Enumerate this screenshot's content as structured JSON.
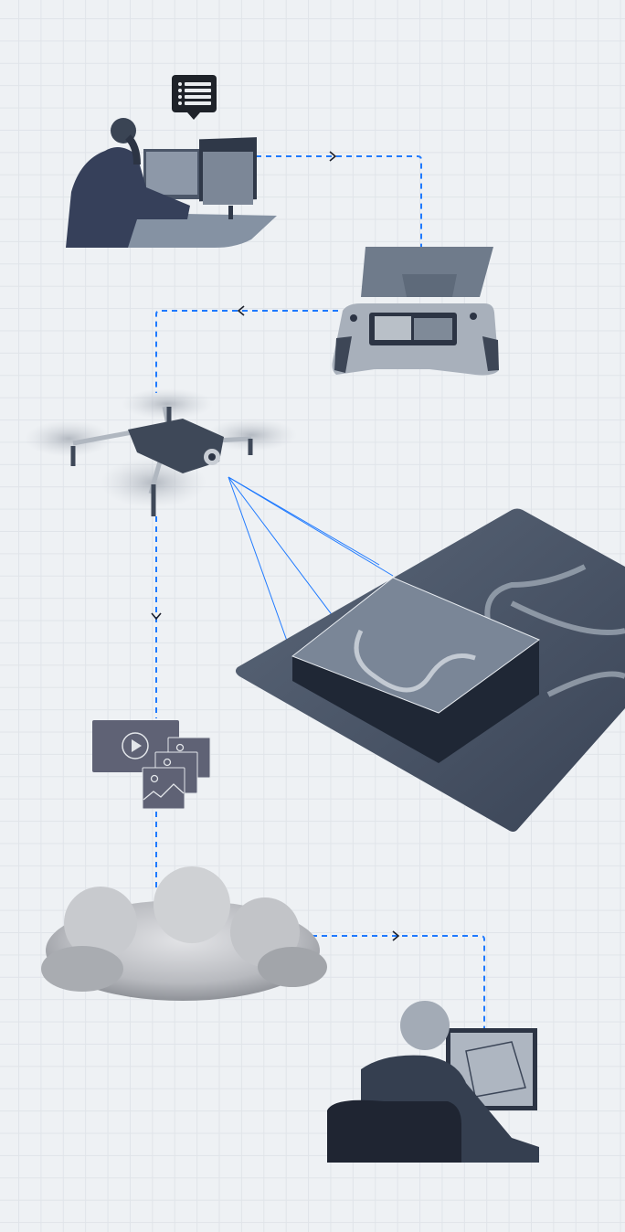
{
  "colors": {
    "background": "#eef1f4",
    "grid": "#e0e4e9",
    "connector": "#1f7aff",
    "arrow": "#1b1f2a",
    "illustration": "#3c4a60",
    "media_icon": "#5f6275",
    "chat_icon": "#1e2229"
  },
  "nodes": [
    {
      "id": "operator",
      "icon": "person-at-monitors"
    },
    {
      "id": "controller",
      "icon": "drone-remote-controller"
    },
    {
      "id": "drone",
      "icon": "quadcopter-drone"
    },
    {
      "id": "terrain",
      "icon": "aerial-map-tile"
    },
    {
      "id": "media",
      "icon": "video-and-images"
    },
    {
      "id": "cloud",
      "icon": "cloud"
    },
    {
      "id": "analyst",
      "icon": "person-viewing-map"
    }
  ],
  "chat_icon": "list-speech-bubble-icon"
}
